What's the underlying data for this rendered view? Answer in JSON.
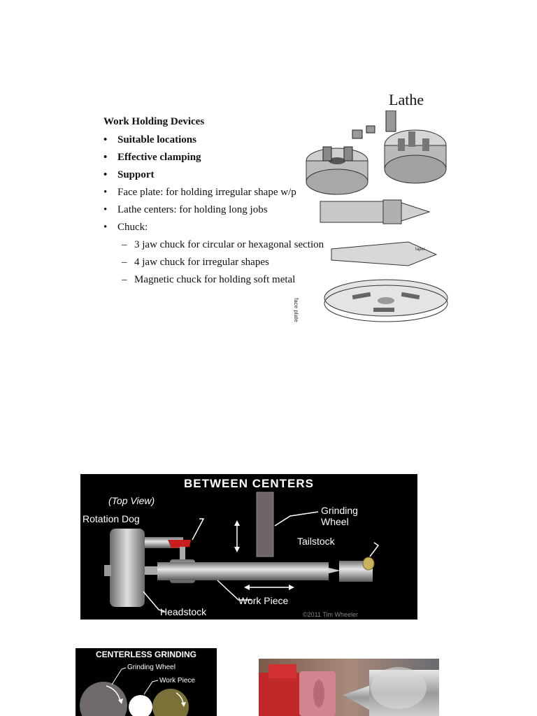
{
  "slide": {
    "title": "Lathe",
    "heading": "Work Holding Devices",
    "bullets": [
      "Suitable locations",
      "Effective clamping",
      "Support",
      "Face plate: for holding irregular shape w/p",
      "Lathe centers: for holding long jobs",
      "Chuck:"
    ],
    "sub_bullets": [
      "3 jaw chuck for circular or hexagonal section",
      "4 jaw chuck for irregular shapes",
      "Magnetic chuck for holding soft metal"
    ],
    "figure_label": "face plate"
  },
  "between_centers": {
    "title": "BETWEEN CENTERS",
    "top_view": "(Top View)",
    "rotation_dog": "Rotation Dog",
    "grinding_wheel_1": "Grinding",
    "grinding_wheel_2": "Wheel",
    "tailstock": "Tailstock",
    "work_piece": "Work Piece",
    "headstock": "Headstock",
    "credit": "©2011 Tim Wheeler"
  },
  "centerless": {
    "title": "CENTERLESS GRINDING",
    "grinding_wheel": "Grinding Wheel",
    "work_piece": "Work Piece"
  },
  "colors": {
    "background": "#ffffff",
    "diagram_background": "#000000",
    "text": "#111111",
    "rotation_dog": "#c81e1e",
    "tailstock_tip": "#c9b25a",
    "grinding_wheel_photo": "#d4848f"
  }
}
